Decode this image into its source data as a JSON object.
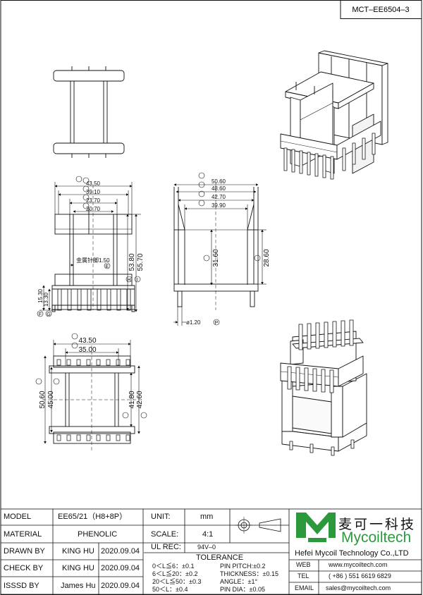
{
  "drawing_code": "MCT–EE6504–3",
  "dims": {
    "front": {
      "A": "43.50",
      "B": "39.10",
      "C": "23.70",
      "D": "20.70",
      "note": "金属针脚1.50",
      "E": "E",
      "h1": "53.80",
      "h2": "55.70",
      "pin1": "15.30",
      "pin2": "13.30",
      "labels": [
        "F",
        "G",
        "H",
        "I"
      ]
    },
    "side": {
      "J": "50.60",
      "K": "48.60",
      "L": "42.70",
      "M": "39.90",
      "N": "31.60",
      "O": "28.60",
      "pin": "ø1.20",
      "P": "P"
    },
    "top": {
      "Q": "43.50",
      "R": "35.00",
      "S": "50.60",
      "T": "45.00",
      "U": "41.80",
      "V": "42.60"
    }
  },
  "title_block": {
    "model_label": "MODEL",
    "model_value": "EE65/21（H8+8P）",
    "material_label": "MATERIAL",
    "material_value": "PHENOLIC",
    "drawn_label": "DRAWN BY",
    "drawn_name": "KING HU",
    "drawn_date": "2020.09.04",
    "check_label": "CHECK BY",
    "check_name": "KING HU",
    "check_date": "2020.09.04",
    "issued_label": "ISSSD BY",
    "issued_name": "James Hu",
    "issued_date": "2020.09.04",
    "unit_label": "UNIT:",
    "unit_value": "mm",
    "scale_label": "SCALE:",
    "scale_value": "4:1",
    "ul_label": "UL REC:",
    "ul_value": "94V–0",
    "tolerance_label": "TOLERANCE",
    "tol_1": "0＜L≦6：±0.1",
    "tol_2": "6＜L≦20：±0.2",
    "tol_3": "20＜L≦50：±0.3",
    "tol_4": "50＜L：±0.4",
    "tol_5": "PIN PITCH:±0.2",
    "tol_6": "THICKNESS：±0.15",
    "tol_7": "ANGLE：±1°",
    "tol_8": "PIN DIA：±0.05",
    "company_cn": "麦可一科技",
    "company_en": "Mycoiltech",
    "company_full": "Hefei Mycoil Technology Co.,LTD",
    "web_label": "WEB",
    "web_value": "www.mycoiltech.com",
    "tel_label": "TEL",
    "tel_value": "( +86 ) 551 6619 6829",
    "email_label": "EMAIL",
    "email_value": "sales@mycoiltech.com",
    "brand_color": "#2c9a3c"
  }
}
